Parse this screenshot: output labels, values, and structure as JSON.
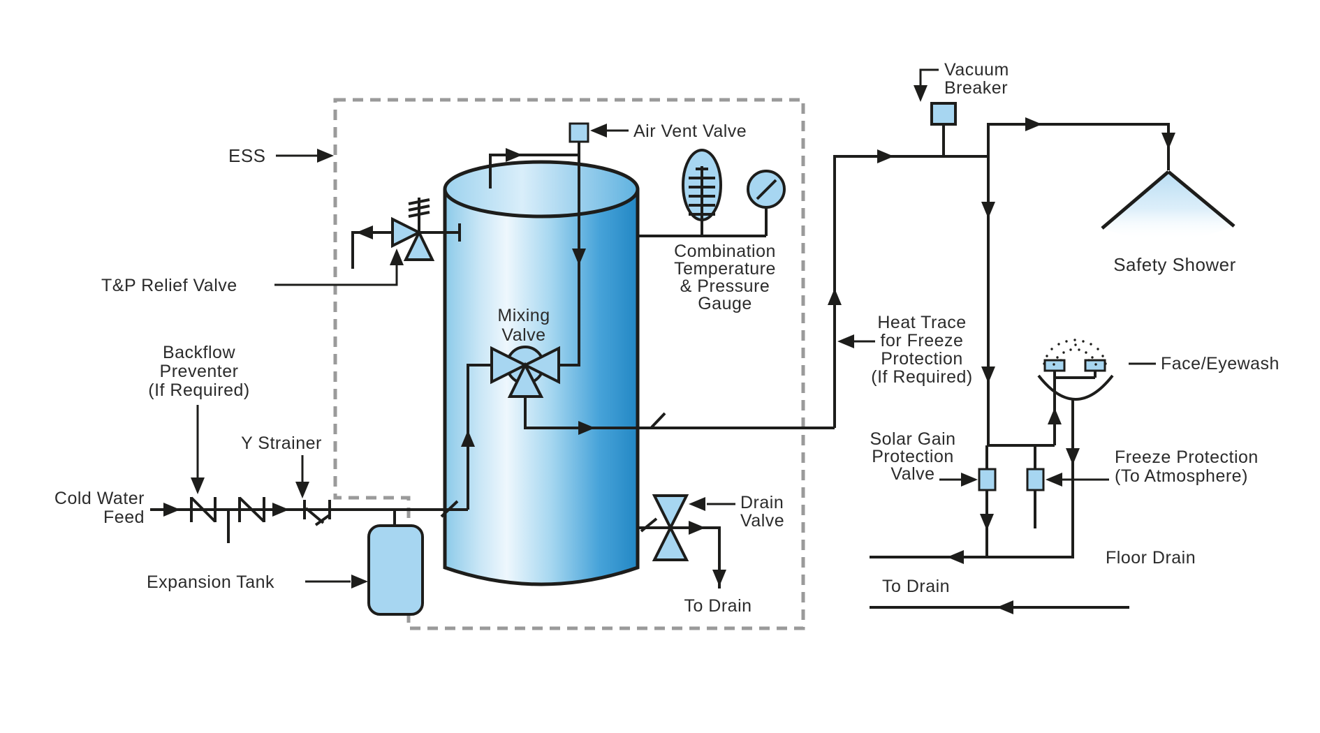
{
  "colors": {
    "symbol_fill": "#a7d6f1",
    "line": "#1d1d1b",
    "label_text": "#2b2b2b",
    "dashed_boundary": "#9a9a9a",
    "tank_dark": "#2f94d1",
    "tank_highlight": "#edf7fd"
  },
  "labels": {
    "ess": "ESS",
    "tp_relief_valve": "T&P Relief Valve",
    "backflow_preventer": [
      "Backflow",
      "Preventer",
      "(If Required)"
    ],
    "y_strainer": "Y Strainer",
    "cold_water_feed": [
      "Cold Water",
      "Feed"
    ],
    "expansion_tank": "Expansion Tank",
    "mixing_valve": [
      "Mixing",
      "Valve"
    ],
    "air_vent_valve": "Air Vent Valve",
    "combo_gauge": [
      "Combination",
      "Temperature",
      "& Pressure",
      "Gauge"
    ],
    "vacuum_breaker": [
      "Vacuum",
      "Breaker"
    ],
    "safety_shower": "Safety Shower",
    "heat_trace": [
      "Heat Trace",
      "for Freeze",
      "Protection",
      "(If Required)"
    ],
    "face_eyewash": "Face/Eyewash",
    "solar_gain_valve": [
      "Solar Gain",
      "Protection",
      "Valve"
    ],
    "freeze_protection": [
      "Freeze Protection",
      "(To Atmosphere)"
    ],
    "floor_drain": "Floor Drain",
    "to_drain_shower": "To Drain",
    "drain_valve": [
      "Drain",
      "Valve"
    ],
    "to_drain_tank": "To Drain"
  }
}
